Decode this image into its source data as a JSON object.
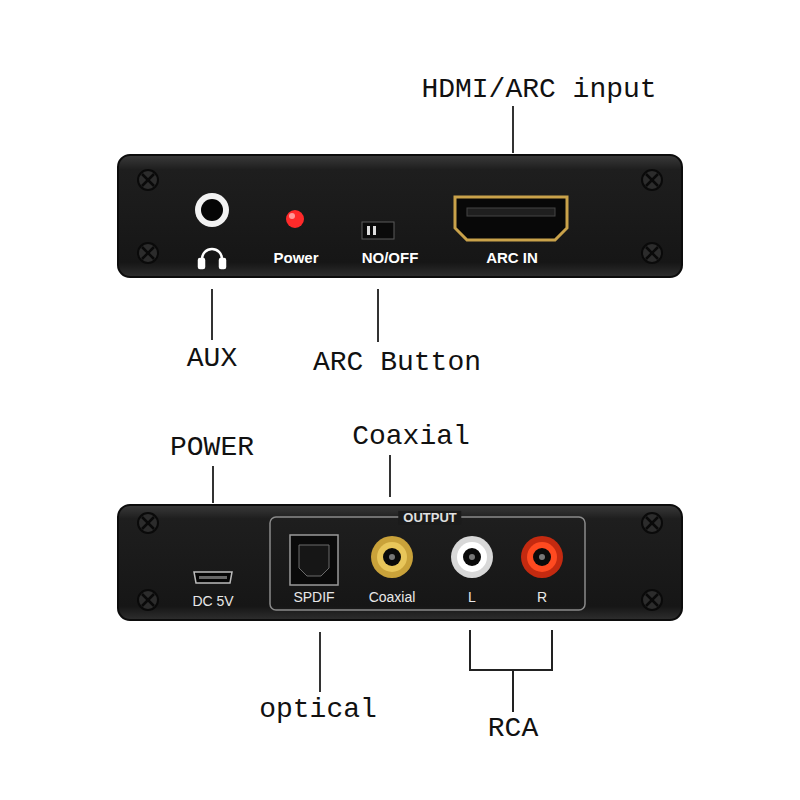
{
  "diagram": {
    "nodes": [
      {
        "text": [
          "Power",
          "NO/OFF",
          "ARC IN"
        ]
      },
      {
        "text": [
          "DC 5V"
        ]
      },
      {
        "text": [
          "OUTPUT",
          "SPDIF",
          "Coaxial",
          "L",
          "R"
        ],
        "in": 1
      }
    ],
    "labels": [
      "HDMI/ARC input",
      "AUX",
      "ARC Button",
      "POWER",
      "Coaxial",
      "optical",
      "RCA"
    ]
  }
}
